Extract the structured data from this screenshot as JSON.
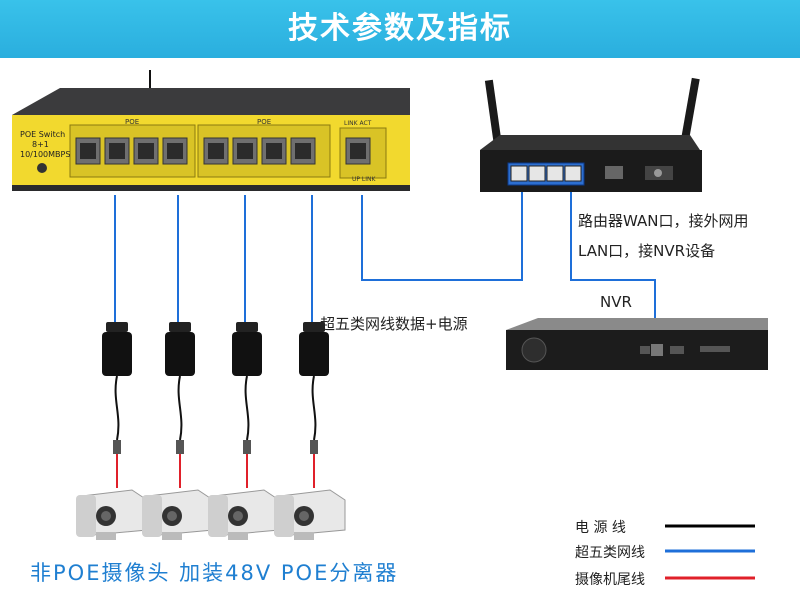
{
  "header": {
    "title": "技术参数及指标"
  },
  "switch": {
    "model_line1": "POE Switch",
    "model_line2": "8+1",
    "model_line3": "10/100MBPS",
    "group_label_1": "POE",
    "group_label_2": "POE",
    "uplink_top": "LINK  ACT",
    "uplink_bottom": "UP LINK"
  },
  "labels": {
    "router_note_1": "路由器WAN口，接外网用",
    "router_note_2": "LAN口，接NVR设备",
    "nvr": "NVR",
    "cable_note": "超五类网线数据+电源"
  },
  "bottom_caption": "非POE摄像头 加装48V POE分离器",
  "legend": [
    {
      "label": "电 源 线",
      "color": "#000000"
    },
    {
      "label": "超五类网线",
      "color": "#1e6fd9"
    },
    {
      "label": "摄像机尾线",
      "color": "#e0202a"
    }
  ],
  "colors": {
    "banner": "#2fb6e3",
    "network_cable": "#1e6fd9",
    "camera_tail": "#e0202a",
    "power": "#000000"
  }
}
